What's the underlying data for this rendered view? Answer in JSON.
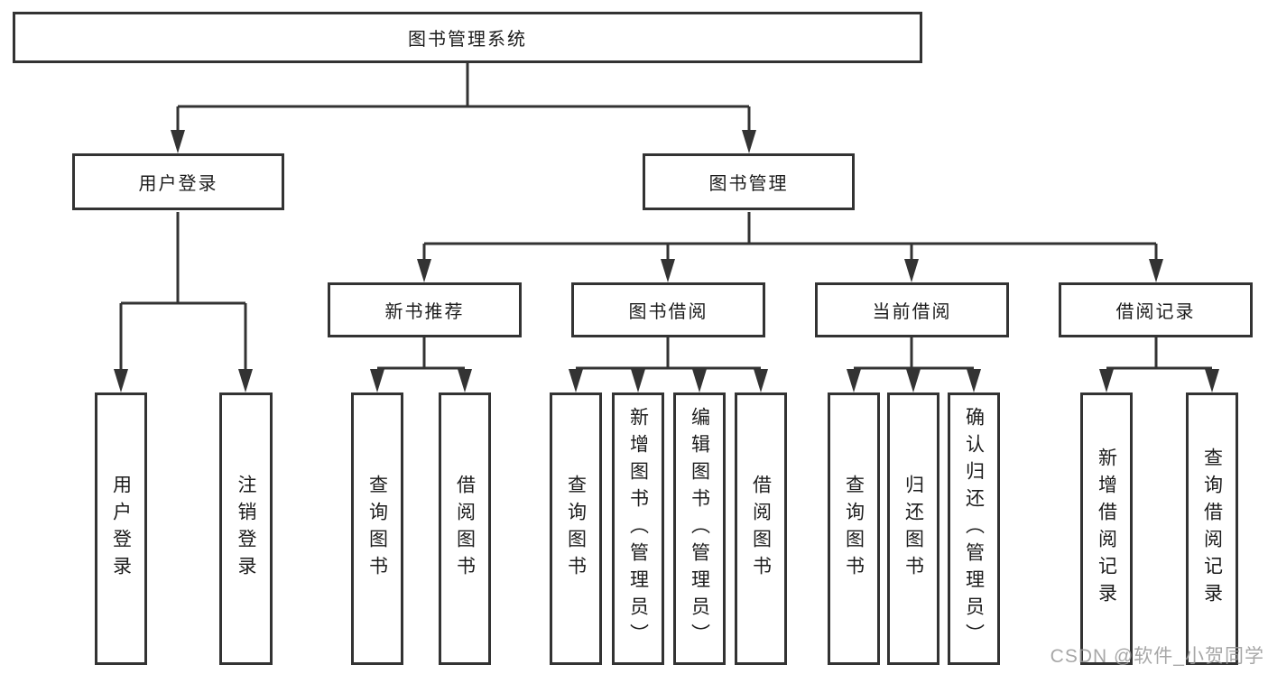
{
  "diagram": {
    "type": "tree",
    "root": {
      "label": "图书管理系统"
    },
    "branches": [
      {
        "label": "用户登录",
        "children": [
          {
            "label": "用户登录"
          },
          {
            "label": "注销登录"
          }
        ]
      },
      {
        "label": "图书管理",
        "children": [
          {
            "label": "新书推荐",
            "children": [
              {
                "label": "查询图书"
              },
              {
                "label": "借阅图书"
              }
            ]
          },
          {
            "label": "图书借阅",
            "children": [
              {
                "label": "查询图书"
              },
              {
                "label": "新增图书（管理员）"
              },
              {
                "label": "编辑图书（管理员）"
              },
              {
                "label": "借阅图书"
              }
            ]
          },
          {
            "label": "当前借阅",
            "children": [
              {
                "label": "查询图书"
              },
              {
                "label": "归还图书"
              },
              {
                "label": "确认归还（管理员）"
              }
            ]
          },
          {
            "label": "借阅记录",
            "children": [
              {
                "label": "新增借阅记录"
              },
              {
                "label": "查询借阅记录"
              }
            ]
          }
        ]
      }
    ]
  },
  "watermark": {
    "text": "CSDN @软件_小贺同学"
  },
  "colors": {
    "line": "#333333",
    "box_border": "#333333",
    "text": "#1c1c1c",
    "background": "#ffffff",
    "watermark": "#9b9b9b"
  }
}
